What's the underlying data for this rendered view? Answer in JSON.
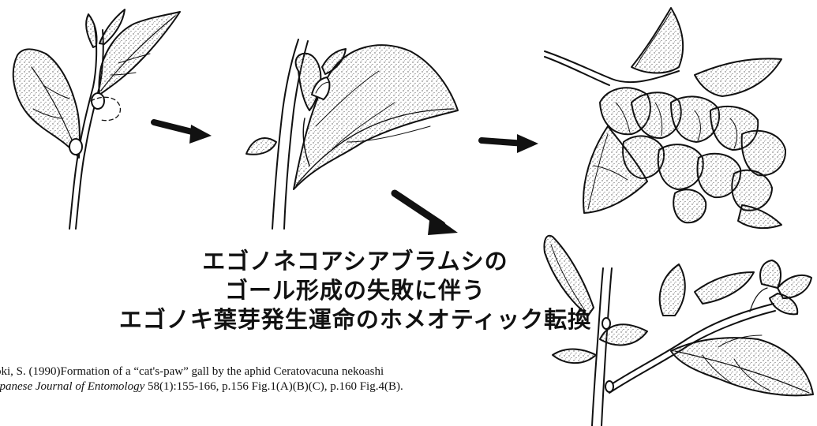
{
  "title_lines": [
    "エゴノネコアシアブラムシの",
    "ゴール形成の失敗に伴う",
    "エゴノキ葉芽発生運命のホメオティック転換"
  ],
  "citation": {
    "line1": "oki, S. (1990)Formation of a “cat's-paw” gall by the aphid Ceratovacuna nekoashi",
    "line2_journal": "apanese Journal of Entomology",
    "line2_rest": " 58(1):155-166, p.156 Fig.1(A)(B)(C), p.160 Fig.4(B)."
  },
  "colors": {
    "ink": "#111111",
    "stipple": "#555555",
    "background": "#ffffff"
  },
  "icons": [
    "arrow-right-icon",
    "arrow-right-icon",
    "arrow-down-right-icon"
  ]
}
